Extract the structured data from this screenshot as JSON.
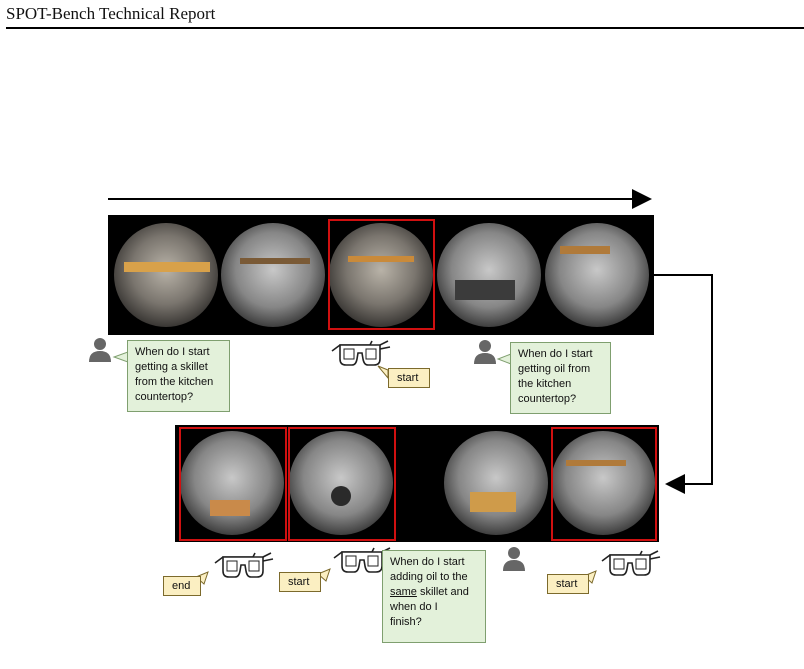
{
  "header": {
    "title": "SPOT-Bench Technical Report"
  },
  "queries": {
    "q1": [
      "When do I start",
      "getting a skillet",
      "from the kitchen",
      "countertop?"
    ],
    "q2": [
      "When do I start",
      "getting oil from",
      "the kitchen",
      "countertop?"
    ],
    "q3": {
      "l1": "When do I start",
      "l2": "adding oil to the",
      "l3_u": "same",
      "l3_r": " skillet and",
      "l4": "when do I",
      "l5": "finish?"
    }
  },
  "labels": {
    "start_1": "start",
    "end_1": "end",
    "start_2": "start",
    "start_3": "start"
  },
  "colors": {
    "highlight_frame": "#d01010",
    "query_bubble": "#e3f1da",
    "answer_label": "#fbefc2"
  },
  "icons": [
    "person-icon",
    "glasses-icon",
    "arrow-icon"
  ]
}
